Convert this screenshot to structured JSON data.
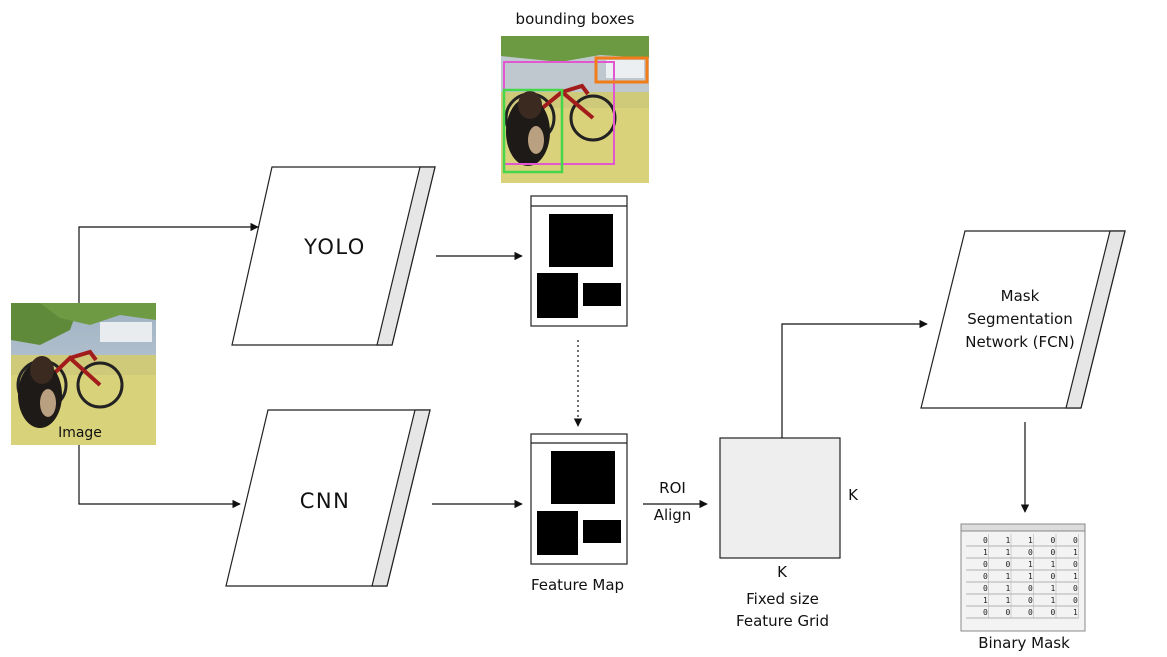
{
  "labels": {
    "bounding_boxes": "bounding boxes",
    "yolo": "YOLO",
    "cnn": "CNN",
    "image": "Image",
    "feature_map": "Feature Map",
    "roi_line1": "ROI",
    "roi_line2": "Align",
    "k_right": "K",
    "k_bottom": "K",
    "fixed_line1": "Fixed size",
    "fixed_line2": "Feature Grid",
    "mask_line1": "Mask",
    "mask_line2": "Segmentation",
    "mask_line3": "Network (FCN)",
    "binary_mask": "Binary Mask"
  },
  "binary_mask_values": [
    [
      0,
      1,
      1,
      0,
      0
    ],
    [
      1,
      1,
      0,
      0,
      1
    ],
    [
      0,
      0,
      1,
      1,
      0
    ],
    [
      0,
      1,
      1,
      0,
      1
    ],
    [
      0,
      1,
      0,
      1,
      0
    ],
    [
      1,
      1,
      0,
      1,
      0
    ],
    [
      0,
      0,
      0,
      0,
      1
    ]
  ],
  "bbox_colors": {
    "green": "#46d64a",
    "magenta": "#e257d0",
    "orange": "#f07c1a"
  }
}
